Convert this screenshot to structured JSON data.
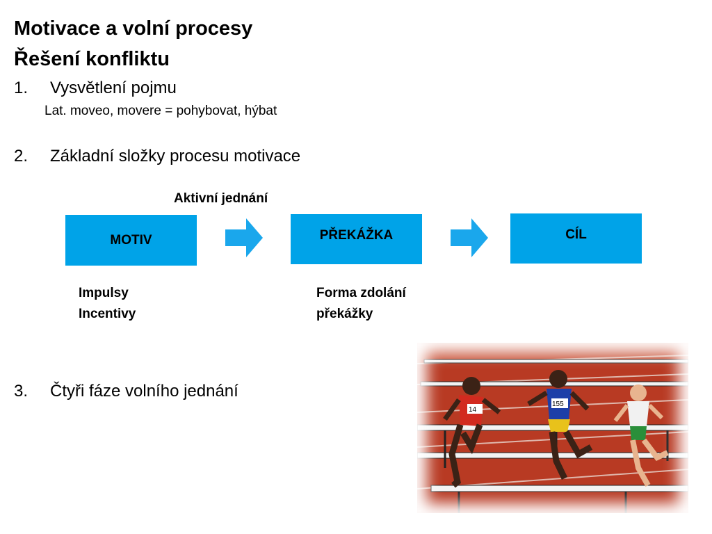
{
  "slide": {
    "title_line1": "Motivace a volní procesy",
    "title_line2": "Řešení konfliktu",
    "items": [
      {
        "num": "1.",
        "text": "Vysvětlení pojmu",
        "sub": "Lat. moveo, movere = pohybovat, hýbat"
      },
      {
        "num": "2.",
        "text": "Základní složky procesu motivace"
      },
      {
        "num": "3.",
        "text": "Čtyři fáze volního jednání"
      }
    ]
  },
  "diagram": {
    "top_label": "Aktivní jednání",
    "boxes": [
      {
        "label": "MOTIV"
      },
      {
        "label": "PŘEKÁŽKA"
      },
      {
        "label": "CÍL"
      }
    ],
    "motiv_notes": [
      "Impulsy",
      "Incentivy"
    ],
    "prekazka_notes": [
      "Forma zdolání",
      "překážky"
    ],
    "colors": {
      "box": "#00a3e8",
      "arrow": "#1aa7ec"
    }
  },
  "photo": {
    "bibs": [
      "14",
      "155"
    ]
  }
}
